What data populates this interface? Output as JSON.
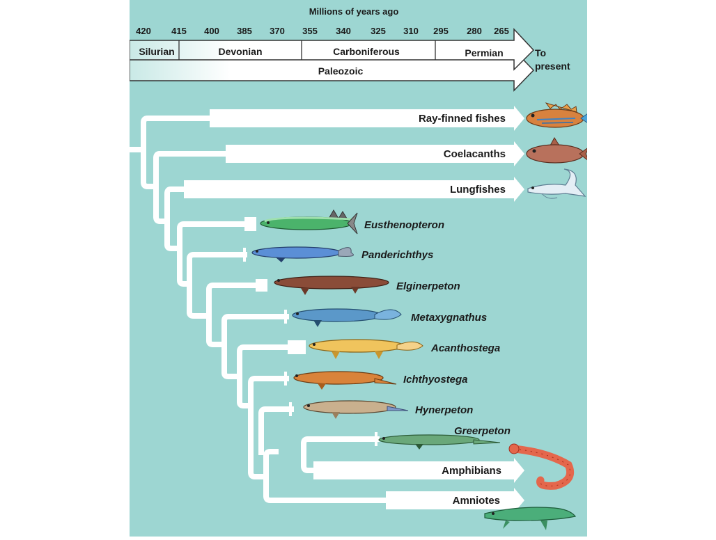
{
  "timeline": {
    "axis_title": "Millions of years ago",
    "ticks": [
      "420",
      "415",
      "400",
      "385",
      "370",
      "355",
      "340",
      "325",
      "310",
      "295",
      "280",
      "265"
    ],
    "periods": [
      "Silurian",
      "Devonian",
      "Carboniferous",
      "Permian"
    ],
    "era": "Paleozoic",
    "present_label_line1": "To",
    "present_label_line2": "present"
  },
  "taxa": {
    "ray_finned": "Ray-finned fishes",
    "coelacanths": "Coelacanths",
    "lungfishes": "Lungfishes",
    "eusthenopteron": "Eusthenopteron",
    "panderichthys": "Panderichthys",
    "elginerpeton": "Elginerpeton",
    "metaxygnathus": "Metaxygnathus",
    "acanthostega": "Acanthostega",
    "ichthyostega": "Ichthyostega",
    "hynerpeton": "Hynerpeton",
    "greerpeton": "Greerpeton",
    "amphibians": "Amphibians",
    "amniotes": "Amniotes"
  },
  "colors": {
    "background": "#9dd6d2",
    "branch": "#ffffff",
    "timeline_fill": "#ffffff",
    "timeline_border": "#333333"
  }
}
